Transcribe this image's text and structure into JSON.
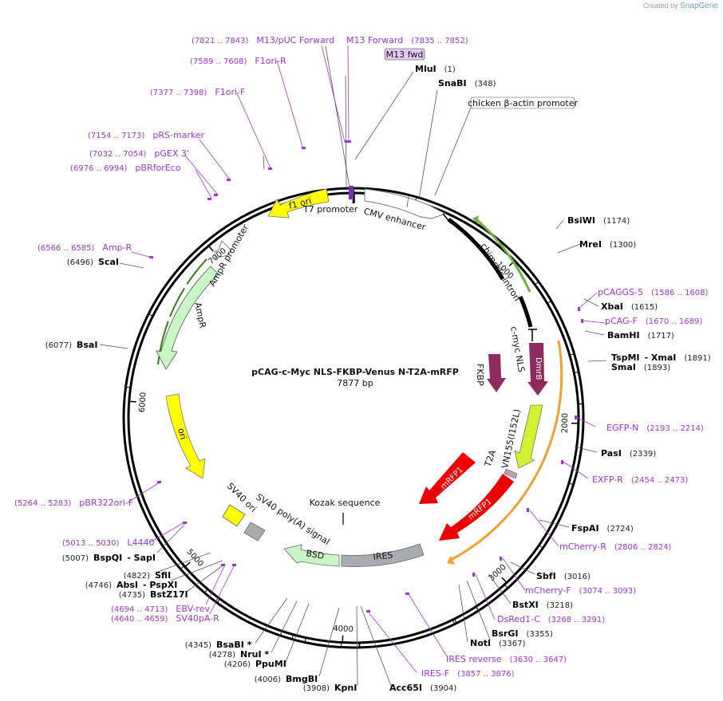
{
  "branding": {
    "prefix": "Created by",
    "name": "SnapGene"
  },
  "plasmid": {
    "name": "pCAG-c-Myc NLS-FKBP-Venus N-T2A-mRFP",
    "length": "7877 bp"
  },
  "ticks": [
    {
      "bp": 1000,
      "label": "1000"
    },
    {
      "bp": 2000,
      "label": "2000"
    },
    {
      "bp": 3000,
      "label": "3000"
    },
    {
      "bp": 4000,
      "label": "4000"
    },
    {
      "bp": 5000,
      "label": "5000"
    },
    {
      "bp": 6000,
      "label": "6000"
    },
    {
      "bp": 7000,
      "label": "7000"
    }
  ],
  "enzymes": [
    {
      "name": "MluI",
      "pos": "(1)",
      "bp": 1
    },
    {
      "name": "SnaBI",
      "pos": "(348)",
      "bp": 348
    },
    {
      "name": "BsiWI",
      "pos": "(1174)",
      "bp": 1174
    },
    {
      "name": "MreI",
      "pos": "(1300)",
      "bp": 1300
    },
    {
      "name": "XbaI",
      "pos": "(1615)",
      "bp": 1615
    },
    {
      "name": "BamHI",
      "pos": "(1717)",
      "bp": 1717
    },
    {
      "name": "TspMI",
      "extra": "- XmaI",
      "pos": "(1891)",
      "bp": 1891
    },
    {
      "name": "SmaI",
      "pos": "(1893)",
      "bp": 1893
    },
    {
      "name": "PasI",
      "pos": "(2339)",
      "bp": 2339
    },
    {
      "name": "FspAI",
      "pos": "(2724)",
      "bp": 2724
    },
    {
      "name": "SbfI",
      "pos": "(3016)",
      "bp": 3016
    },
    {
      "name": "BstXI",
      "pos": "(3218)",
      "bp": 3218
    },
    {
      "name": "BsrGI",
      "pos": "(3355)",
      "bp": 3355
    },
    {
      "name": "NotI",
      "pos": "(3367)",
      "bp": 3367
    },
    {
      "name": "Acc65I",
      "pos": "(3904)",
      "bp": 3904
    },
    {
      "name": "KpnI",
      "pos": "(3908)",
      "bp": 3908
    },
    {
      "name": "BmgBI",
      "pos": "(4006)",
      "bp": 4006
    },
    {
      "name": "PpuMI",
      "pos": "(4206)",
      "bp": 4206
    },
    {
      "name": "NruI *",
      "pos": "(4278)",
      "bp": 4278
    },
    {
      "name": "BsaBI *",
      "pos": "(4345)",
      "bp": 4345
    },
    {
      "name": "BstZ17I",
      "pos": "(4735)",
      "bp": 4735
    },
    {
      "name": "AbsI",
      "extra": "- PspXI",
      "pos": "(4746)",
      "bp": 4746
    },
    {
      "name": "SfiI",
      "pos": "(4822)",
      "bp": 4822
    },
    {
      "name": "BspQI",
      "extra": "- SapI",
      "pos": "(5007)",
      "bp": 5007
    },
    {
      "name": "BsaI",
      "pos": "(6077)",
      "bp": 6077
    },
    {
      "name": "ScaI",
      "pos": "(6496)",
      "bp": 6496
    }
  ],
  "primers": [
    {
      "name": "M13/pUC Forward",
      "range": "(7821 .. 7843)",
      "bp": 7832
    },
    {
      "name": "M13 Forward",
      "range": "(7835 .. 7852)",
      "bp": 7843
    },
    {
      "name": "F1ori-R",
      "range": "(7589 .. 7608)",
      "bp": 7598
    },
    {
      "name": "F1ori-F",
      "range": "(7377 .. 7398)",
      "bp": 7387
    },
    {
      "name": "pRS-marker",
      "range": "(7154 .. 7173)",
      "bp": 7163
    },
    {
      "name": "pGEX 3'",
      "range": "(7032 .. 7054)",
      "bp": 7043
    },
    {
      "name": "pBRforEco",
      "range": "(6976 .. 6994)",
      "bp": 6985
    },
    {
      "name": "Amp-R",
      "range": "(6566 .. 6585)",
      "bp": 6575
    },
    {
      "name": "pCAGGS-5",
      "range": "(1586 .. 1608)",
      "bp": 1597
    },
    {
      "name": "pCAG-F",
      "range": "(1670 .. 1689)",
      "bp": 1680
    },
    {
      "name": "EGFP-N",
      "range": "(2193 .. 2214)",
      "bp": 2203
    },
    {
      "name": "EXFP-R",
      "range": "(2454 .. 2473)",
      "bp": 2463
    },
    {
      "name": "mCherry-R",
      "range": "(2806 .. 2824)",
      "bp": 2815
    },
    {
      "name": "mCherry-F",
      "range": "(3074 .. 3093)",
      "bp": 3083
    },
    {
      "name": "DsRed1-C",
      "range": "(3268 .. 3291)",
      "bp": 3280
    },
    {
      "name": "IRES reverse",
      "range": "(3630 .. 3647)",
      "bp": 3638
    },
    {
      "name": "IRES-F",
      "range": "(3857 .. 3876)",
      "bp": 3866
    },
    {
      "name": "pBR322ori-F",
      "range": "(5264 .. 5283)",
      "bp": 5273
    },
    {
      "name": "L4440",
      "range": "(5013 .. 5030)",
      "bp": 5021
    },
    {
      "name": "EBV-rev",
      "range": "(4694 .. 4713)",
      "bp": 4703
    },
    {
      "name": "SV40pA-R",
      "range": "(4640 .. 4659)",
      "bp": 4650
    }
  ],
  "features": [
    {
      "name": "CMV enhancer",
      "start": 40,
      "end": 420,
      "color": "#ffffff"
    },
    {
      "name": "chicken β-actin promoter",
      "start": 420,
      "end": 700,
      "color": "#ffffff"
    },
    {
      "name": "chimeric intron",
      "start": 700,
      "end": 1660,
      "color": "#000000"
    },
    {
      "name": "c-myc NLS",
      "start": 1735,
      "end": 1765,
      "color": "#000000"
    },
    {
      "name": "DmrB",
      "start": 1770,
      "end": 2090,
      "color": "#8e2a5e"
    },
    {
      "name": "FKBP",
      "start": 1780,
      "end": 2050,
      "color": "#8e2a5e"
    },
    {
      "name": "VN155(I152L)",
      "start": 2200,
      "end": 2660,
      "color": "#d4f032"
    },
    {
      "name": "T2A",
      "start": 2670,
      "end": 2730,
      "color": "#c79bb5"
    },
    {
      "name": "mRFP1",
      "start": 2560,
      "end": 2840,
      "color": "#ee0000"
    },
    {
      "name": "mRFP1",
      "start": 2760,
      "end": 3350,
      "color": "#ee0000"
    },
    {
      "name": "IRES",
      "start": 3500,
      "end": 4030,
      "color": "#a8acb0"
    },
    {
      "name": "BSD",
      "start": 4040,
      "end": 4440,
      "color": "#c8f7c5"
    },
    {
      "name": "SV40 poly(A) signal",
      "start": 4500,
      "end": 4640,
      "color": "#a8acb0"
    },
    {
      "name": "SV40 ori",
      "start": 4760,
      "end": 4860,
      "color": "#ffff00"
    },
    {
      "name": "ori",
      "start": 5270,
      "end": 5860,
      "color": "#ffff00"
    },
    {
      "name": "AmpR",
      "start": 6030,
      "end": 6830,
      "color": "#c8f7c5"
    },
    {
      "name": "AmpR promoter",
      "start": 6830,
      "end": 6930,
      "color": "#ffffff"
    },
    {
      "name": "f1 ori",
      "start": 7130,
      "end": 7570,
      "color": "#ffff00"
    },
    {
      "name": "T7 promoter",
      "start": 7820,
      "end": 7850,
      "color": "#7a2fb5"
    },
    {
      "name": "Kozak sequence",
      "start": 4168,
      "end": 4178,
      "color": "#888888"
    }
  ],
  "labels": {
    "cmv": "CMV enhancer",
    "cba": "chicken β-actin promoter",
    "intron": "chimeric intron",
    "cmyc": "c-myc NLS",
    "dmrb": "DmrB",
    "fkbp": "FKBP",
    "vn155": "VN155(I152L)",
    "t2a": "T2A",
    "mrfp_a": "mRFP1",
    "mrfp_b": "mRFP1",
    "ires": "IRES",
    "bsd": "BSD",
    "sv40pa": "SV40 poly(A) signal",
    "sv40ori": "SV40 ori",
    "kozak": "Kozak sequence",
    "ori": "ori",
    "ampr": "AmpR",
    "amprp": "AmpR promoter",
    "f1": "f1 ori",
    "t7": "T7 promoter",
    "m13fwd": "M13 fwd"
  }
}
